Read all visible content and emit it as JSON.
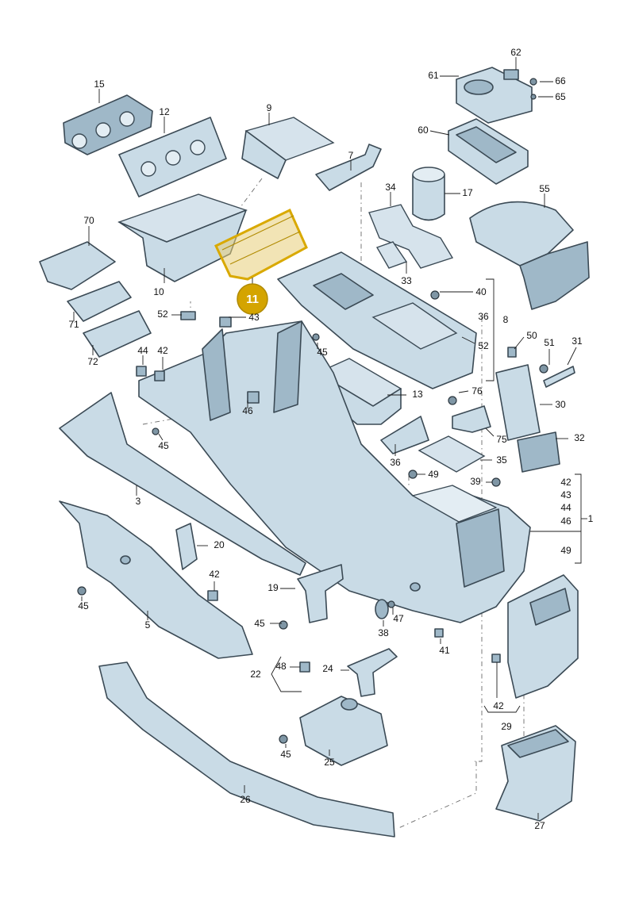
{
  "diagram": {
    "highlight": {
      "part_number": "11",
      "fill_color": "#e8cd78",
      "outline_color": "#d9a900",
      "callout_color": "#d4a400"
    },
    "labels": [
      "15",
      "12",
      "9",
      "7",
      "62",
      "61",
      "66",
      "65",
      "60",
      "17",
      "34",
      "55",
      "70",
      "10",
      "71",
      "52",
      "43",
      "33",
      "40",
      "36",
      "8",
      "52",
      "72",
      "44",
      "42",
      "45",
      "46",
      "13",
      "76",
      "50",
      "51",
      "31",
      "30",
      "45",
      "75",
      "32",
      "36",
      "35",
      "49",
      "39",
      "42",
      "43",
      "44",
      "46",
      "1",
      "49",
      "3",
      "20",
      "42",
      "45",
      "19",
      "45",
      "47",
      "38",
      "5",
      "41",
      "48",
      "22",
      "24",
      "42",
      "29",
      "45",
      "25",
      "26",
      "27"
    ]
  }
}
